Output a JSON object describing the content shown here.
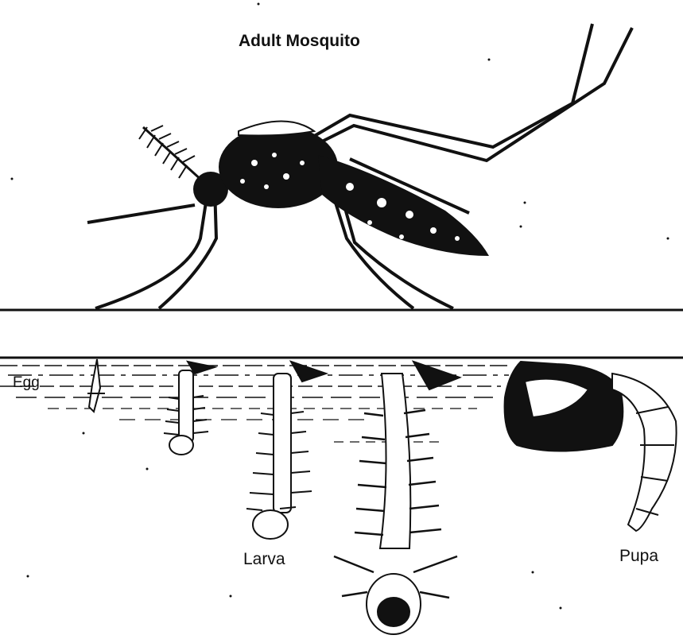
{
  "title": "Adult Mosquito",
  "labels": {
    "egg": "Egg",
    "larva": "Larva",
    "pupa": "Pupa"
  },
  "colors": {
    "ink": "#111111",
    "background": "#ffffff"
  }
}
